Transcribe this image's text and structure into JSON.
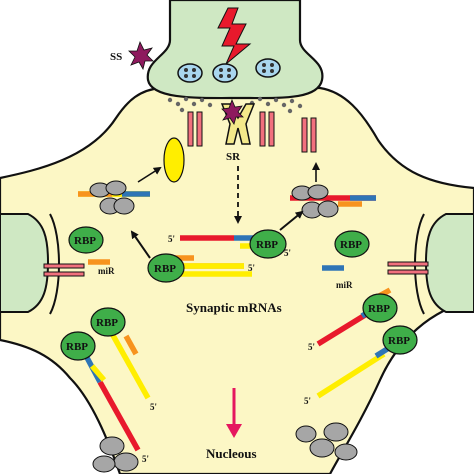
{
  "labels": {
    "ss": "SS",
    "sr": "SR",
    "mir_left": "miR",
    "mir_right": "miR",
    "synaptic_mrnas": "Synaptic mRNAs",
    "nucleous": "Nucleous",
    "five_prime": "5'"
  },
  "rbp": {
    "label": "RBP"
  },
  "colors": {
    "cell_fill": "#fcf7c5",
    "synapse_fill": "#cfe8c3",
    "outline": "#111111",
    "rbp_fill": "#3fae49",
    "ribosome": "#a6a6a6",
    "mrna_red": "#e8192c",
    "mrna_yellow": "#ffee00",
    "mrna_orange": "#f7931e",
    "mrna_blue": "#2e75b6",
    "receptor": "#f1707d",
    "signal_star": "#8e1a5e",
    "lightning": "#e8192c",
    "arrow_nucleus": "#e5175f"
  }
}
